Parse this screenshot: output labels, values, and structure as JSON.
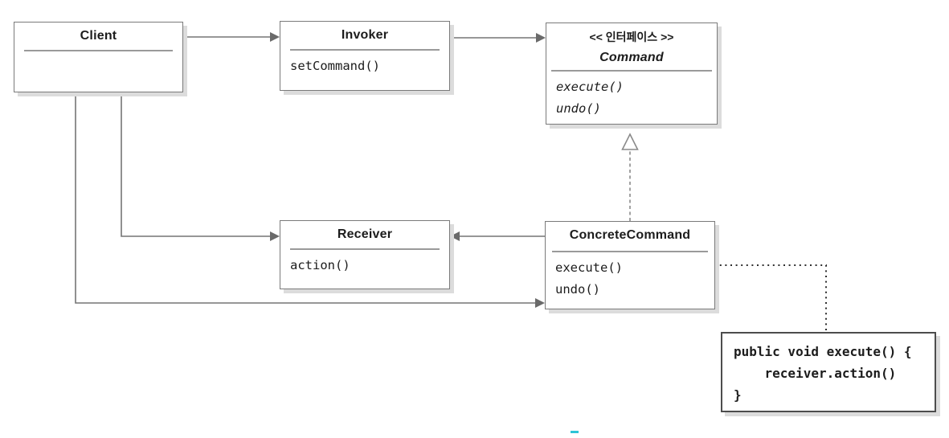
{
  "diagram": {
    "pattern": "Command",
    "classes": {
      "client": {
        "title": "Client",
        "methods": []
      },
      "invoker": {
        "title": "Invoker",
        "methods": [
          "setCommand()"
        ]
      },
      "command": {
        "stereotype": "<< 인터페이스 >>",
        "title": "Command",
        "methods": [
          "execute()",
          "undo()"
        ]
      },
      "receiver": {
        "title": "Receiver",
        "methods": [
          "action()"
        ]
      },
      "concrete_command": {
        "title": "ConcreteCommand",
        "methods": [
          "execute()",
          "undo()"
        ]
      }
    },
    "note": {
      "lines": [
        "public void execute() {",
        "    receiver.action()",
        "}"
      ]
    },
    "colors": {
      "box_border": "#7a7a7a",
      "note_border": "#4d4d4d",
      "connector": "#757575",
      "separator": "#9a9a9a",
      "shadow": "#dcdcdc",
      "text": "#1c1c1c",
      "artifact_teal": "#2ec4d6"
    }
  }
}
